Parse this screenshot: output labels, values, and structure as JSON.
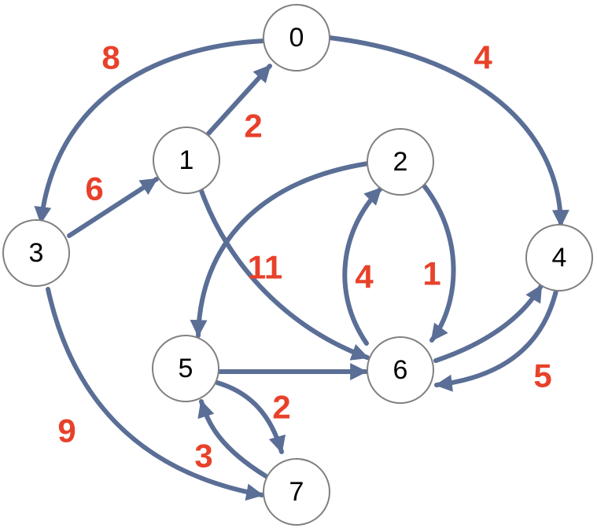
{
  "colors": {
    "edge": "#5a6e96",
    "weight": "#e8412a",
    "node_stroke": "#808080",
    "node_text": "#000000"
  },
  "graph": {
    "directed": true,
    "nodes": [
      {
        "id": "0",
        "label": "0"
      },
      {
        "id": "1",
        "label": "1"
      },
      {
        "id": "2",
        "label": "2"
      },
      {
        "id": "3",
        "label": "3"
      },
      {
        "id": "4",
        "label": "4"
      },
      {
        "id": "5",
        "label": "5"
      },
      {
        "id": "6",
        "label": "6"
      },
      {
        "id": "7",
        "label": "7"
      }
    ],
    "edges": [
      {
        "from": "0",
        "to": "3",
        "weight": "8"
      },
      {
        "from": "0",
        "to": "4",
        "weight": "4"
      },
      {
        "from": "1",
        "to": "0",
        "weight": "2"
      },
      {
        "from": "3",
        "to": "1",
        "weight": "6"
      },
      {
        "from": "1",
        "to": "6",
        "weight": "11"
      },
      {
        "from": "2",
        "to": "5",
        "weight": ""
      },
      {
        "from": "6",
        "to": "2",
        "weight": "4"
      },
      {
        "from": "2",
        "to": "6",
        "weight": "1"
      },
      {
        "from": "6",
        "to": "4",
        "weight": ""
      },
      {
        "from": "4",
        "to": "6",
        "weight": "5"
      },
      {
        "from": "5",
        "to": "6",
        "weight": ""
      },
      {
        "from": "5",
        "to": "7",
        "weight": "2"
      },
      {
        "from": "7",
        "to": "5",
        "weight": "3"
      },
      {
        "from": "3",
        "to": "7",
        "weight": "9"
      }
    ]
  }
}
